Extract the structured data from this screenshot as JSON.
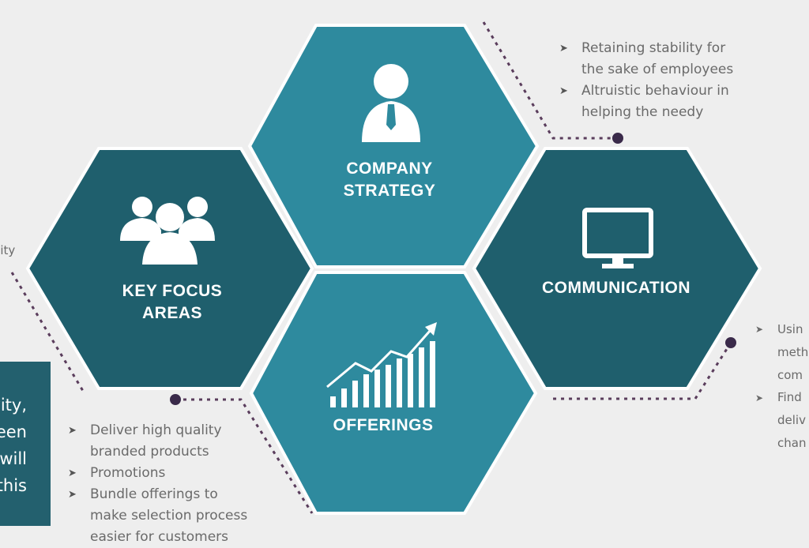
{
  "diagram": {
    "hexagons": [
      {
        "id": "company-strategy",
        "label": [
          "COMPANY",
          "STRATEGY"
        ],
        "icon": "person-icon",
        "color": "#2e8a9e"
      },
      {
        "id": "key-focus-areas",
        "label": [
          "KEY FOCUS",
          "AREAS"
        ],
        "icon": "group-icon",
        "color": "#1f5f6d"
      },
      {
        "id": "communication",
        "label": [
          "COMMUNICATION"
        ],
        "icon": "monitor-icon",
        "color": "#1f5f6d"
      },
      {
        "id": "offerings",
        "label": [
          "OFFERINGS"
        ],
        "icon": "growth-chart-icon",
        "color": "#2e8a9e"
      }
    ],
    "top_right_bullets": [
      [
        "Retaining stability for",
        "the sake of employees"
      ],
      [
        "Altruistic behaviour in",
        "helping the needy"
      ]
    ],
    "bottom_bullets": [
      [
        "Deliver high quality",
        "branded products"
      ],
      [
        "Promotions"
      ],
      [
        "Bundle offerings to",
        "make selection process",
        "easier for customers"
      ]
    ],
    "right_fragments": [
      "Usin",
      "meth",
      "com",
      "Find",
      "deliv",
      "chan"
    ],
    "left_fragment": "ility",
    "left_box_lines": [
      "vity,",
      "been",
      "will",
      "this"
    ],
    "colors": {
      "dark_teal": "#1f5f6d",
      "light_teal": "#2e8a9e",
      "connector": "#5a3d5c",
      "text": "#6a6a6a"
    }
  }
}
